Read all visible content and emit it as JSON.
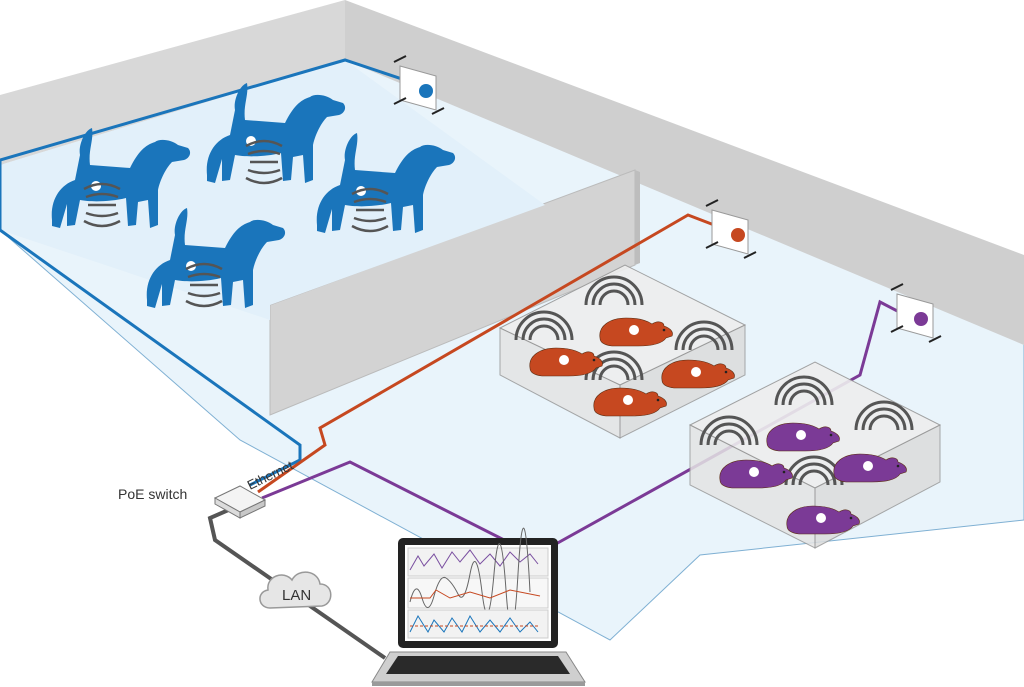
{
  "labels": {
    "poe_switch": "PoE switch",
    "ethernet": "Ethernet",
    "lan": "LAN"
  },
  "colors": {
    "dog_room": "#1a75bb",
    "rat_room": "#c64820",
    "mouse_room": "#7b3a96",
    "floor": "#e9f4fb",
    "wall": "#d3d3d3",
    "wall_dark": "#bdbdbd",
    "lan_cable": "#555555",
    "waves": "#555555"
  },
  "icons": [
    "receiver-icon",
    "dog-icon",
    "rat-icon",
    "mouse-icon",
    "signal-waves-icon",
    "laptop-icon",
    "switch-icon",
    "cloud-icon"
  ]
}
